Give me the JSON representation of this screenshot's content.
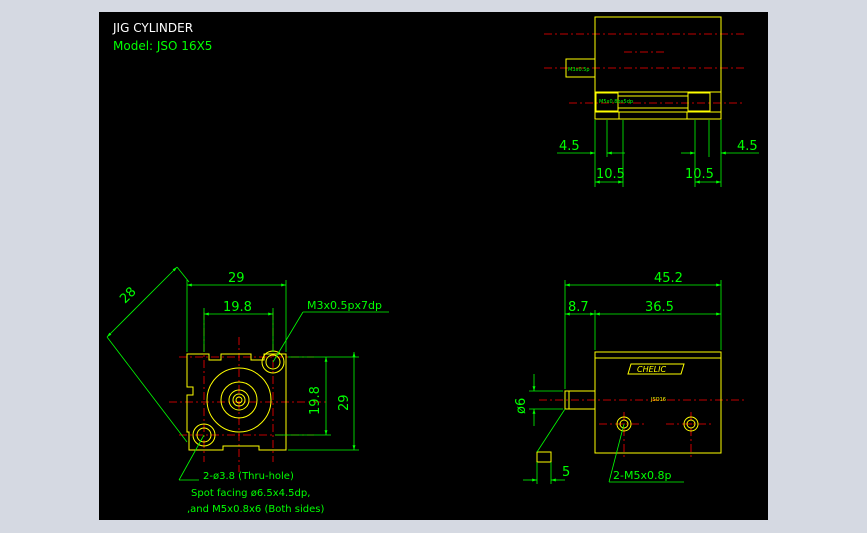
{
  "title": {
    "line1": "JIG CYLINDER",
    "line2": "Model: JSO 16X5"
  },
  "colors": {
    "background": "#000000",
    "outline": "#ffff00",
    "dimension": "#00ff00",
    "centerline": "#ff0000",
    "title_text": "#ffffff",
    "frame": "#d5d9e2"
  },
  "side_view": {
    "dims": {
      "left_gap": "4.5",
      "right_gap": "4.5",
      "left_span": "10.5",
      "right_span": "10.5"
    },
    "port_labels": {
      "upper": "M3x0.5p",
      "lower": "M5x0.8px5dp"
    }
  },
  "front_view": {
    "dims": {
      "diagonal": "28",
      "width_outer": "29",
      "width_inner": "19.8",
      "height_inner": "19.8",
      "height_outer": "29",
      "tap": "M3x0.5px7dp"
    },
    "notes": {
      "holes": "2-ø3.8 (Thru-hole)",
      "spot_facing": "Spot facing ø6.5x4.5dp,",
      "tap": ",and M5x0.8x6 (Both sides)"
    }
  },
  "top_view": {
    "dims": {
      "overall_length": "45.2",
      "rod_length": "8.7",
      "body_length": "36.5",
      "rod_diameter": "ø6",
      "rod_end": "5",
      "ports": "2-M5x0.8p"
    },
    "marking": {
      "brand": "CHELIC",
      "model": "JSO16"
    }
  }
}
